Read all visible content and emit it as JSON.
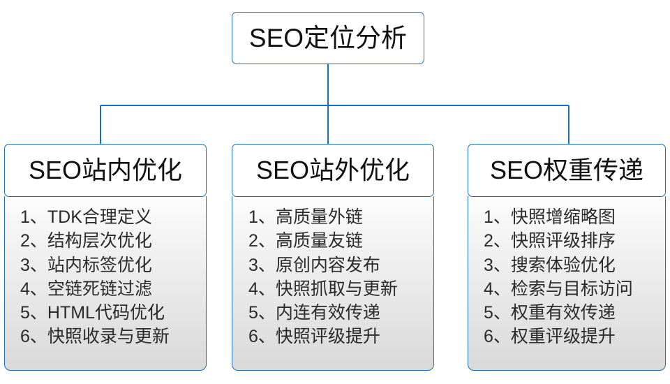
{
  "root": {
    "label": "SEO定位分析"
  },
  "columns": [
    {
      "title": "SEO站内优化",
      "items": [
        "1、TDK合理定义",
        "2、结构层次优化",
        "3、站内标签优化",
        "4、空链死链过滤",
        "5、HTML代码优化",
        "6、快照收录与更新"
      ]
    },
    {
      "title": "SEO站外优化",
      "items": [
        "1、高质量外链",
        "2、高质量友链",
        "3、原创内容发布",
        "4、快照抓取与更新",
        "5、内连有效传递",
        "6、快照评级提升"
      ]
    },
    {
      "title": "SEO权重传递",
      "items": [
        "1、快照增缩略图",
        "2、快照评级排序",
        "3、搜索体验优化",
        "4、检索与目标访问",
        "5、权重有效传递",
        "6、权重评级提升"
      ]
    }
  ],
  "colors": {
    "border": "#1f6fb5",
    "connector": "#1f6fb5",
    "text": "#111111",
    "item_text": "#2a2a2a",
    "box_fill": "#ffffff",
    "body_fill_top": "#fdfdfd",
    "body_fill_bottom": "#d9d9d9"
  }
}
